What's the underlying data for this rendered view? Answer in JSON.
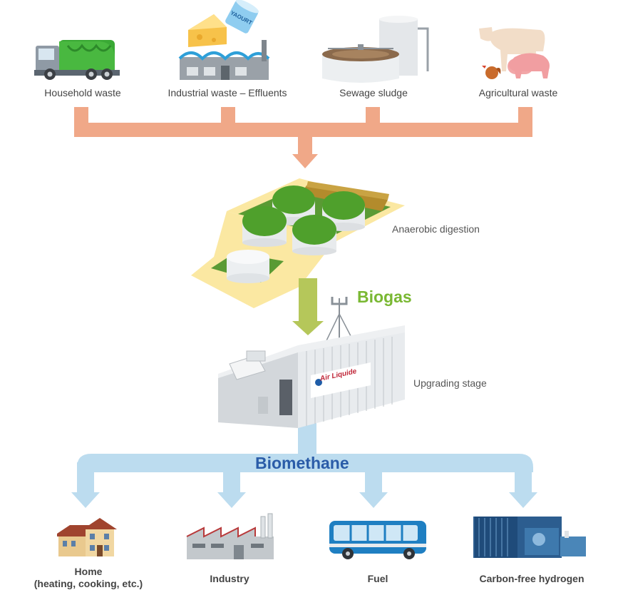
{
  "sources": [
    {
      "label": "Household waste",
      "icon": "garbage-truck-icon"
    },
    {
      "label": "Industrial waste – Effluents",
      "icon": "factory-food-icon"
    },
    {
      "label": "Sewage sludge",
      "icon": "sewage-tank-icon"
    },
    {
      "label": "Agricultural waste",
      "icon": "farm-animals-icon"
    }
  ],
  "stages": {
    "digestion": "Anaerobic digestion",
    "biogas": "Biogas",
    "upgrading": "Upgrading stage",
    "container_logo": "Air Liquide",
    "biomethane": "Biomethane",
    "yogurt": "YAOURT"
  },
  "outputs": [
    {
      "label": "Home\n(heating, cooking, etc.)",
      "icon": "house-icon"
    },
    {
      "label": "Industry",
      "icon": "factory-icon"
    },
    {
      "label": "Fuel",
      "icon": "bus-icon"
    },
    {
      "label": "Carbon-free hydrogen",
      "icon": "hydrogen-unit-icon"
    }
  ],
  "colors": {
    "source_flow": "#f0a888",
    "biogas_flow": "#b5c75a",
    "biogas_text": "#7ab833",
    "biomethane_flow": "#bcdcef",
    "biomethane_text": "#2a5ca8",
    "digester_green": "#5aa02c",
    "platform": "#fbe8a2"
  }
}
